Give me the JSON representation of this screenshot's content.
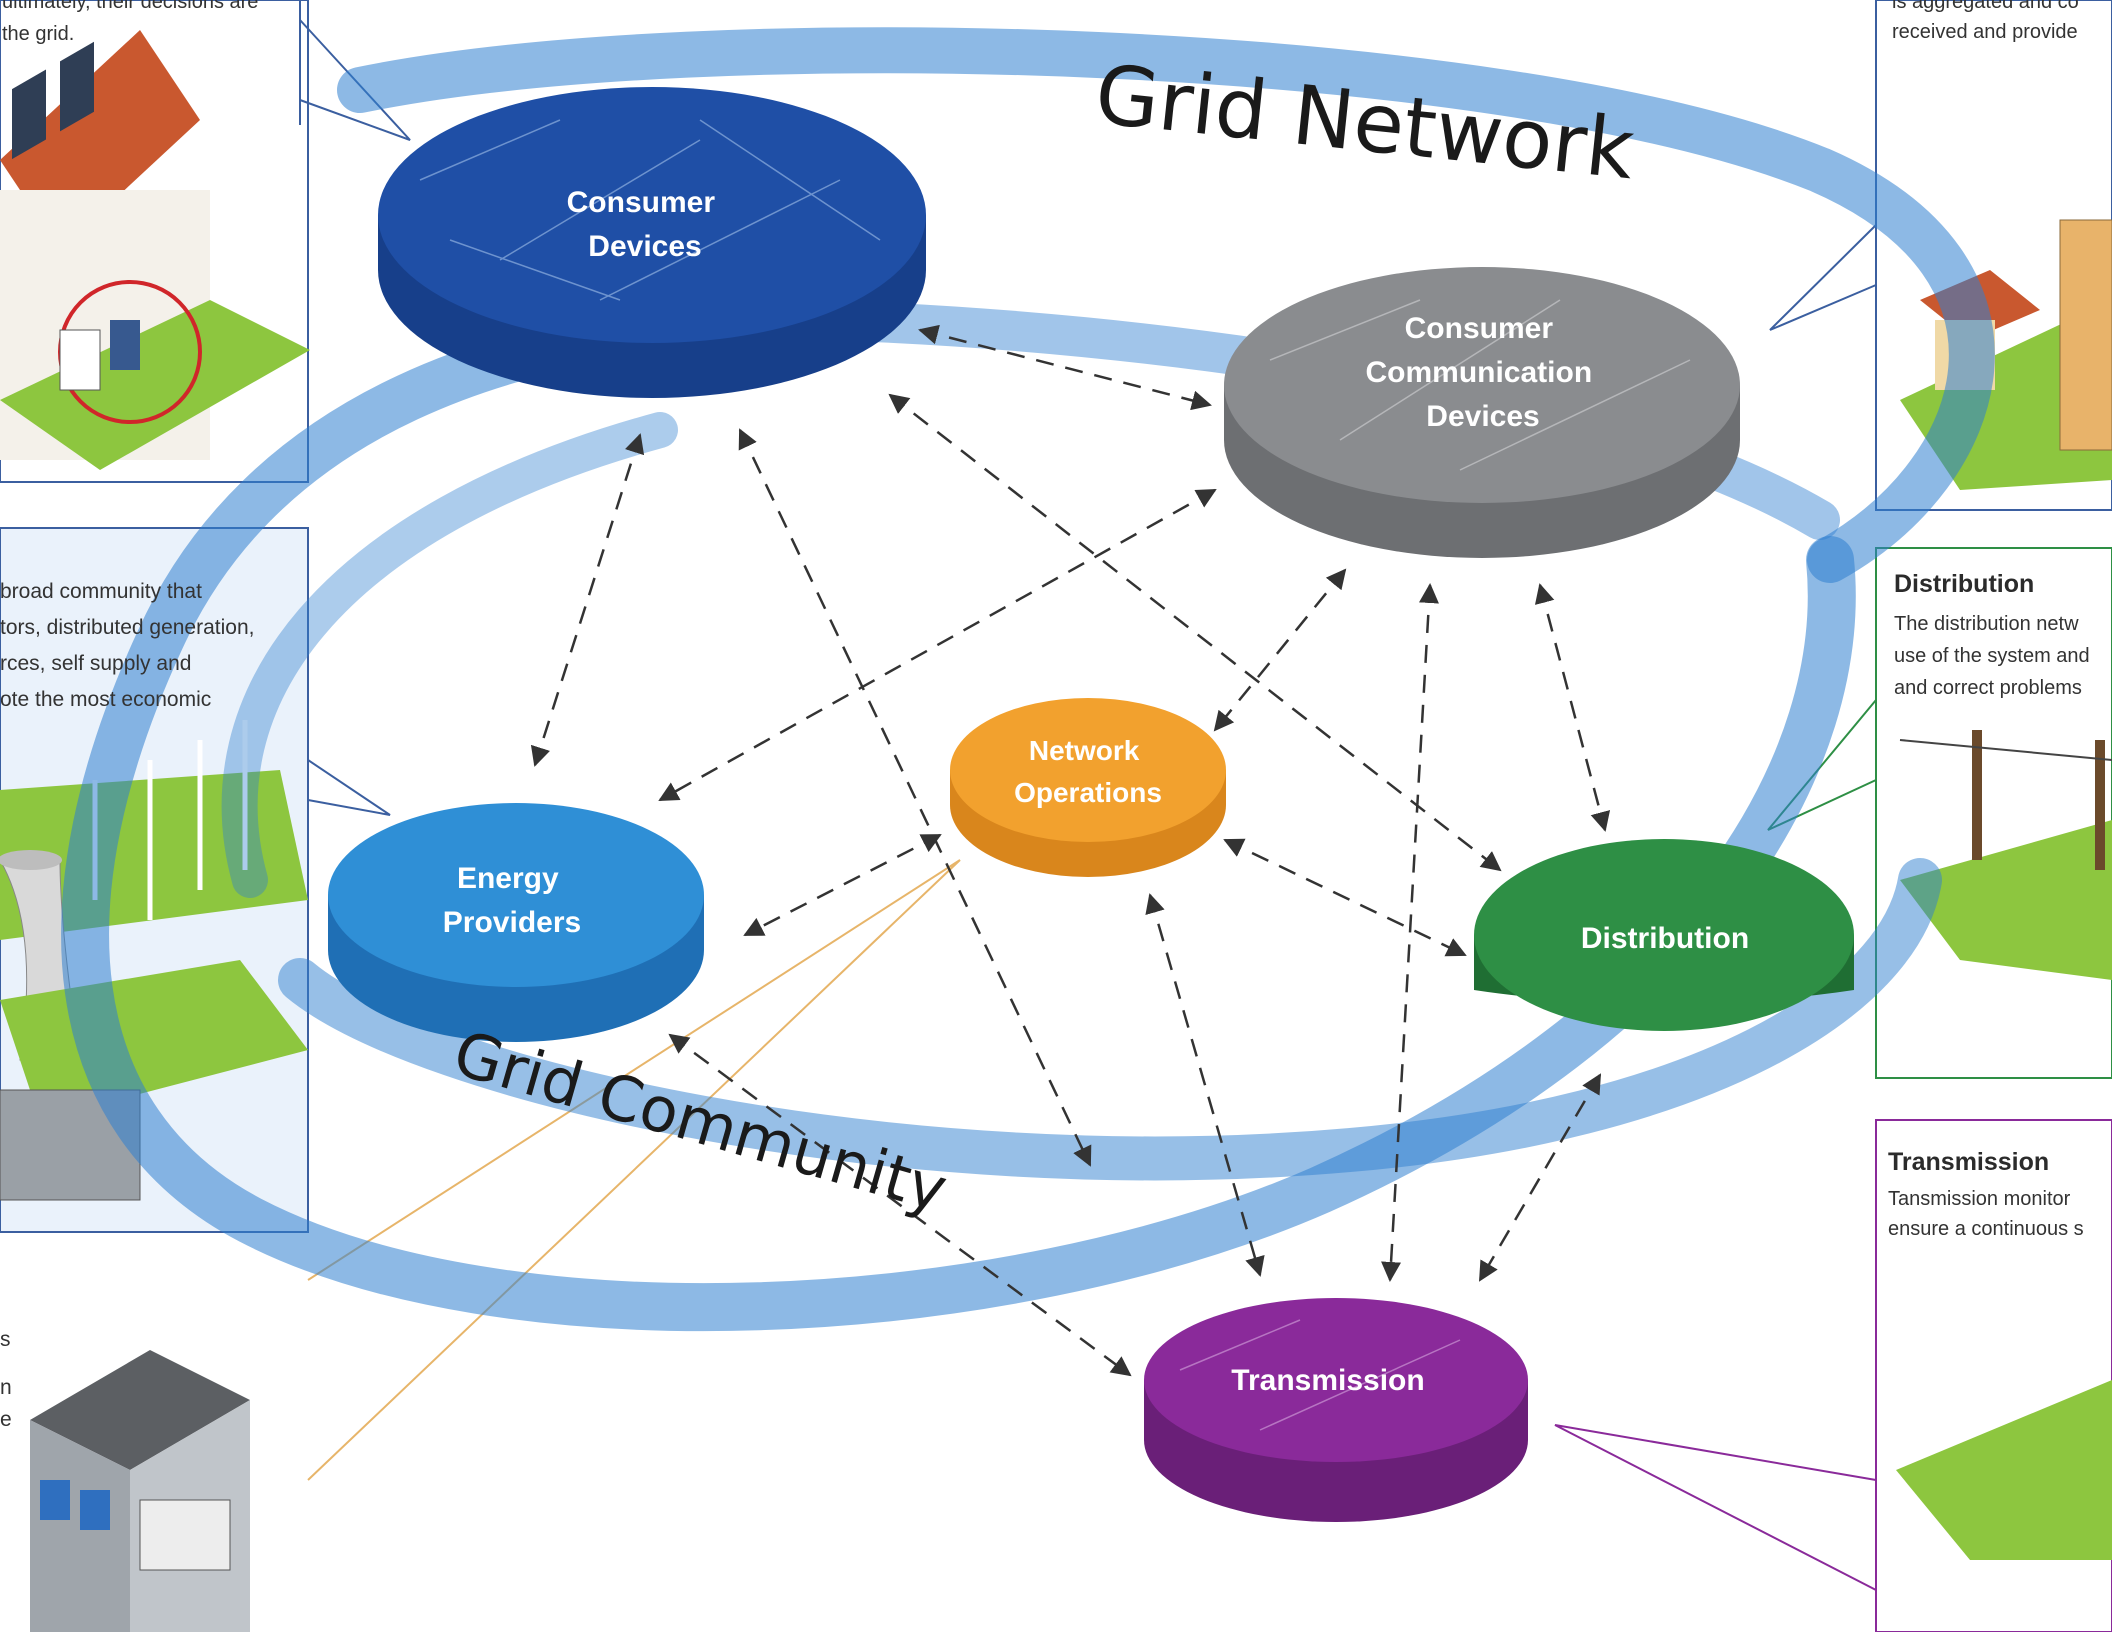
{
  "diagram": {
    "title": "Grid Network",
    "ring_label": "Grid Community",
    "nodes": {
      "consumer_devices": {
        "lines": [
          "Consumer",
          "Devices"
        ],
        "color": "#1f4fa6"
      },
      "consumer_comm": {
        "lines": [
          "Consumer",
          "Communication",
          "Devices"
        ],
        "color": "#8a8c8f"
      },
      "network_ops": {
        "lines": [
          "Network",
          "Operations"
        ],
        "color": "#f2a12e"
      },
      "energy_providers": {
        "lines": [
          "Energy",
          "Providers"
        ],
        "color": "#2f8fd6"
      },
      "distribution": {
        "lines": [
          "Distribution"
        ],
        "color": "#2e8f45"
      },
      "transmission": {
        "lines": [
          "Transmission"
        ],
        "color": "#8a2a9a"
      }
    },
    "colors": {
      "ring": "#2f7fd0",
      "arrow": "#333333",
      "ground": "#8dc63f"
    }
  },
  "callouts": {
    "top_left": {
      "lines": [
        "ultimately, their decisions are",
        "the grid."
      ]
    },
    "mid_left": {
      "lines": [
        "broad community that",
        "tors, distributed generation,",
        "rces, self supply and",
        "ote the most economic"
      ]
    },
    "lower_left": {
      "lines": [
        "s",
        "n",
        "e"
      ]
    },
    "top_right": {
      "lines": [
        "is aggregated and co",
        "received and provide"
      ]
    },
    "distribution": {
      "title": "Distribution",
      "lines": [
        "The distribution netw",
        "use of the system and",
        "and correct problems"
      ]
    },
    "transmission": {
      "title": "Transmission",
      "lines": [
        "Tansmission monitor",
        "ensure a continuous s"
      ]
    }
  }
}
